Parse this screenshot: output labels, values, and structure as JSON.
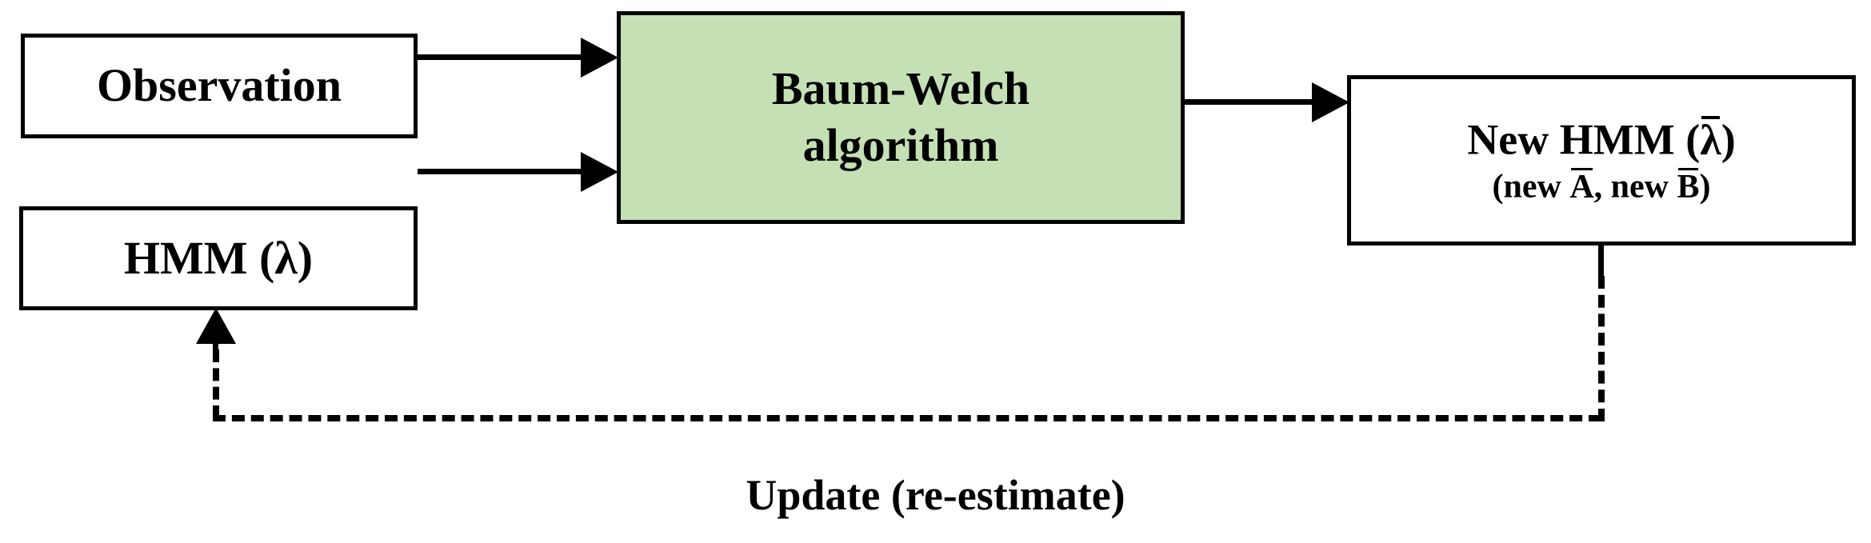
{
  "diagram": {
    "title_caption": "Update (re-estimate)",
    "background_color": "#ffffff",
    "line_color": "#000000",
    "nodes": {
      "observation": {
        "label": "Observation",
        "fill": "#ffffff"
      },
      "hmm": {
        "label": "HMM (λ)",
        "fill": "#ffffff"
      },
      "baum_welch": {
        "line1": "Baum-Welch",
        "line2": "algorithm",
        "fill": "#c5e0b4"
      },
      "new_hmm": {
        "line1_prefix": "New HMM (",
        "line1_symbol": "λ",
        "line1_suffix": ")",
        "line2_prefix": "(new ",
        "line2_symbol_a": "A",
        "line2_mid": ", new ",
        "line2_symbol_b": "B",
        "line2_suffix": ")",
        "fill": "#ffffff"
      }
    },
    "edges": {
      "observation_to_baumwelch": {
        "style": "solid",
        "arrow": "right"
      },
      "hmm_to_baumwelch": {
        "style": "solid",
        "arrow": "right"
      },
      "baumwelch_to_newhmm": {
        "style": "solid",
        "arrow": "right"
      },
      "newhmm_to_hmm_feedback": {
        "style": "dashed",
        "arrow": "up",
        "label": "Update (re-estimate)"
      }
    }
  }
}
